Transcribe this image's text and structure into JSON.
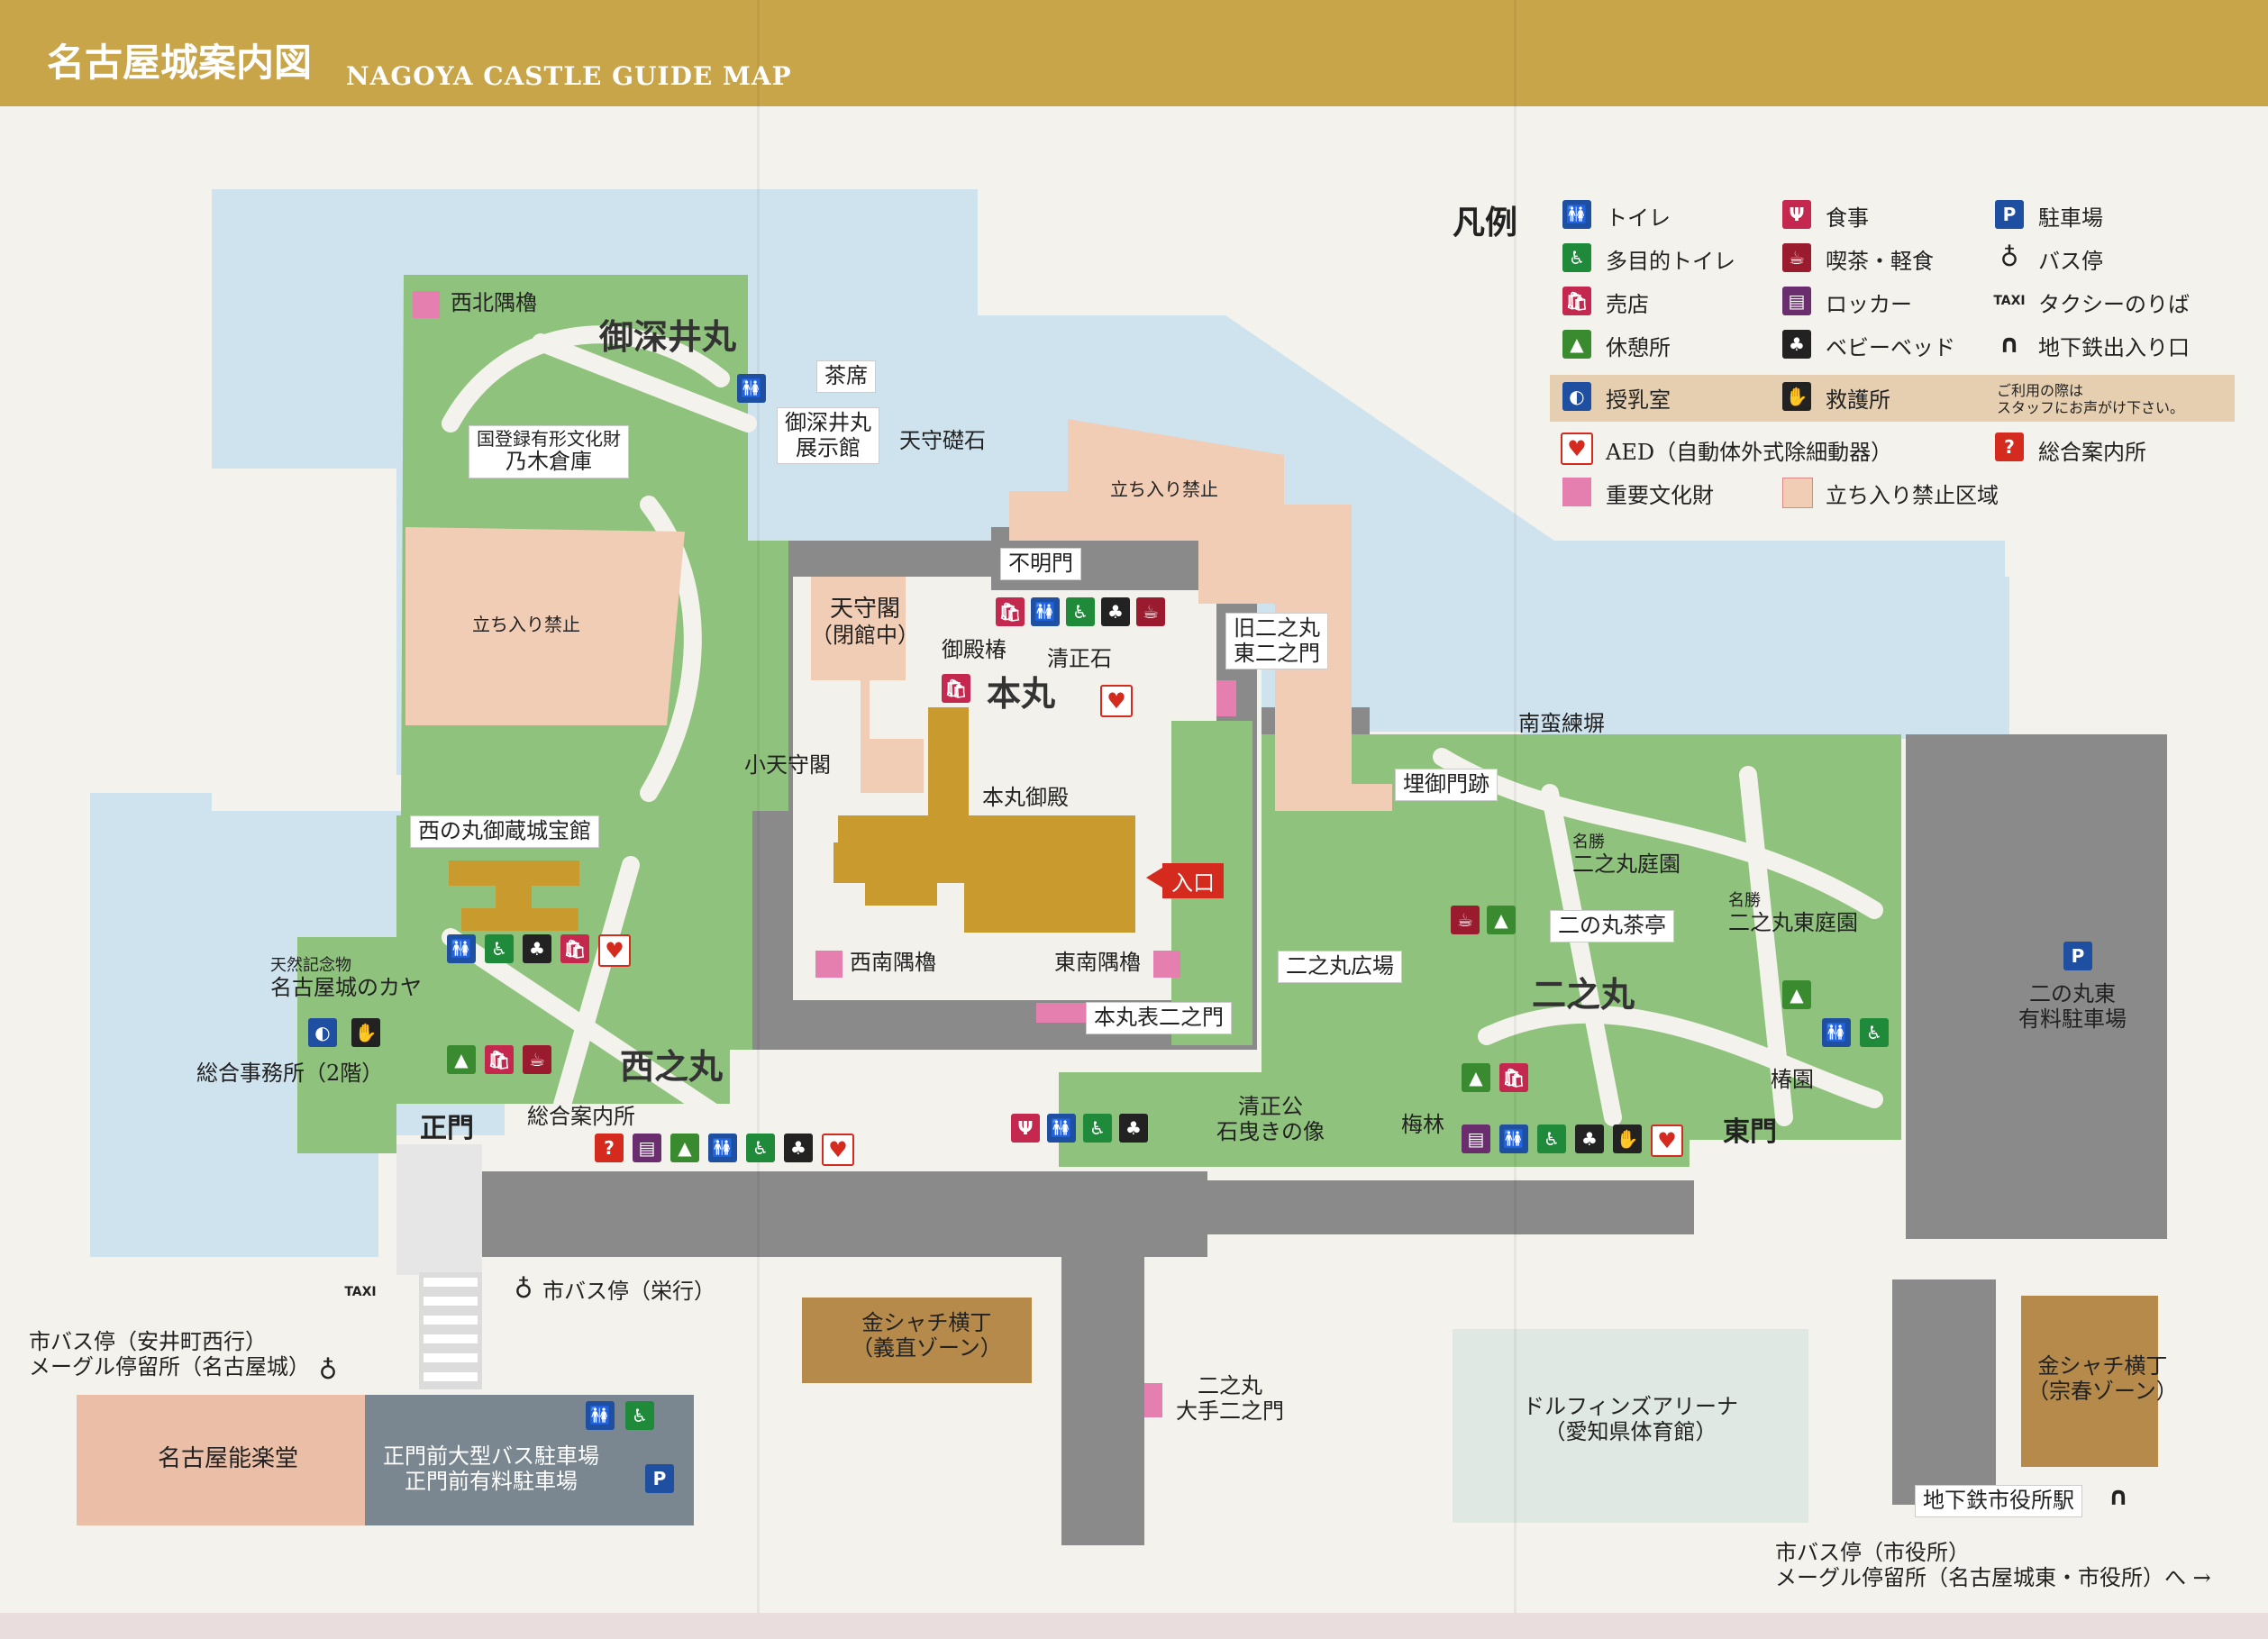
{
  "header": {
    "title_jp": "名古屋城案内図",
    "title_en": "NAGOYA CASTLE GUIDE MAP"
  },
  "colors": {
    "moat": "#cfe3ef",
    "garden": "#8fc27c",
    "stone": "#8a8a8a",
    "restricted": "#f2cdb6",
    "cultural_property": "#e57fb0",
    "palace": "#c99a2e",
    "header": "#c9a54a",
    "nogaku": "#ebbfa7",
    "parking": "#7b8790",
    "kinshachi": "#b68a4a"
  },
  "legend": {
    "title": "凡例",
    "items": {
      "toilet": "トイレ",
      "multi_toilet": "多目的トイレ",
      "shop": "売店",
      "rest": "休憩所",
      "nursing": "授乳室",
      "aed": "AED（自動体外式除細動器）",
      "cultural": "重要文化財",
      "food": "食事",
      "cafe": "喫茶・軽食",
      "locker": "ロッカー",
      "baby_bed": "ベビーベッド",
      "first_aid": "救護所",
      "restricted": "立ち入り禁止区域",
      "parking": "駐車場",
      "bus_stop": "バス停",
      "taxi": "タクシーのりば",
      "subway": "地下鉄出入り口",
      "info": "総合案内所"
    },
    "note": [
      "ご利用の際は",
      "スタッフにお声がけ下さい。"
    ]
  },
  "icons": {
    "toilet": "toilet-icon",
    "multi_toilet": "wheelchair-icon",
    "shop": "shopping-bag-icon",
    "rest": "bench-icon",
    "nursing": "baby-bottle-icon",
    "aed": "heart-icon",
    "food": "fork-knife-icon",
    "cafe": "cup-icon",
    "locker": "locker-icon",
    "baby_bed": "baby-bed-icon",
    "first_aid": "hand-icon",
    "parking": "parking-icon",
    "bus_stop": "bus-stop-icon",
    "taxi": "taxi-icon",
    "subway": "subway-icon",
    "info": "question-icon"
  },
  "icon_glyphs": {
    "toilet": "🚻",
    "multi_toilet": "♿",
    "shop": "🛍",
    "rest": "▲",
    "nursing": "◐",
    "aed": "♥",
    "food": "Ψ",
    "cafe": "☕",
    "locker": "▤",
    "baby_bed": "♣",
    "first_aid": "✋",
    "parking": "P",
    "bus_stop": "♁",
    "taxi": "TAXI",
    "subway": "∩",
    "info": "?"
  },
  "areas": {
    "ofukei": "御深井丸",
    "honmaru": "本丸",
    "nishinomaru": "西之丸",
    "ninomaru": "二之丸"
  },
  "labels": {
    "seihoku_sumiyagura": "西北隅櫓",
    "chaseki": "茶席",
    "ofukei_hall": [
      "御深井丸",
      "展示館"
    ],
    "tenshu_soseki": "天守礎石",
    "nogi_line1": "国登録有形文化財",
    "nogi_line2": "乃木倉庫",
    "restricted1": "立ち入り禁止",
    "restricted2": "立ち入り禁止",
    "fumei_mon": "不明門",
    "tenshukaku": [
      "天守閣",
      "（閉館中）"
    ],
    "goden_tsubaki": "御殿椿",
    "kiyomasa_ishi": "清正石",
    "kyu_ninomaru": [
      "旧二之丸",
      "東二之門"
    ],
    "kotenshu": "小天守閣",
    "honmaru_goten": "本丸御殿",
    "entrance": "入口",
    "seinan_sumiyagura": "西南隅櫓",
    "tonan_sumiyagura": "東南隅櫓",
    "honmaru_omote_ninomon": "本丸表二之門",
    "nanban_neribei": "南蛮練塀",
    "uzumi_gomon": "埋御門跡",
    "ninomaru_garden_small": "名勝",
    "ninomaru_garden": "二之丸庭園",
    "ninomaru_chatei": "二の丸茶亭",
    "ninomaru_east_garden_small": "名勝",
    "ninomaru_east_garden": "二之丸東庭園",
    "ninomaru_hiroba": "二之丸広場",
    "nishinomaru_museum": "西の丸御蔵城宝館",
    "kaya_small": "天然記念物",
    "kaya": "名古屋城のカヤ",
    "office": "総合事務所（2階）",
    "seimon": "正門",
    "info_center": "総合案内所",
    "kiyomasa_statue": [
      "清正公",
      "石曳きの像"
    ],
    "bairin": "梅林",
    "tsubaki_en": "椿園",
    "higashi_mon": "東門",
    "ninomaru_east_parking": [
      "二の丸東",
      "有料駐車場"
    ],
    "bus_sakae": "市バス停（栄行）",
    "bus_anicho": "市バス停（安井町西行）",
    "meguru_nagoyajo": "メーグル停留所（名古屋城）",
    "kinshachi_gichoku": [
      "金シャチ横丁",
      "（義直ゾーン）"
    ],
    "ninomaru_ote": [
      "二之丸",
      "大手二之門"
    ],
    "dolphins_arena": [
      "ドルフィンズアリーナ",
      "（愛知県体育館）"
    ],
    "kinshachi_sosun": [
      "金シャチ横丁",
      "（宗春ゾーン）"
    ],
    "shiyakusho_station": "地下鉄市役所駅",
    "nogaku": "名古屋能楽堂",
    "seimon_parking": [
      "正門前大型バス駐車場",
      "正門前有料駐車場"
    ],
    "bus_shiyakusho": "市バス停（市役所）",
    "meguru_east": "メーグル停留所（名古屋城東・市役所）へ →"
  }
}
